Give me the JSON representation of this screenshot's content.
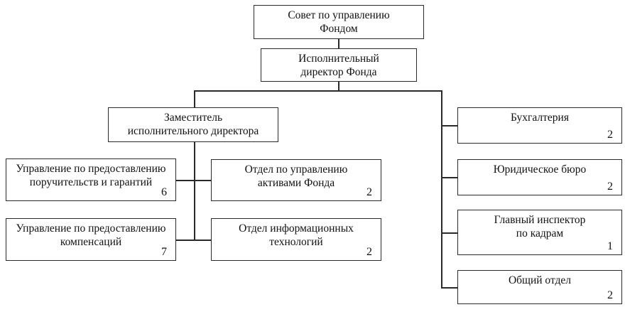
{
  "org_chart": {
    "board": {
      "title": "Совет по управлению\nФондом"
    },
    "executive_director": {
      "title": "Исполнительный\nдиректор Фонда"
    },
    "deputy_director": {
      "title": "Заместитель\nисполнительного директора"
    },
    "deputy_units": [
      {
        "title": "Управление по предоставлению\nпоручительств и гарантий",
        "count": "6"
      },
      {
        "title": "Управление по предоставлению\nкомпенсаций",
        "count": "7"
      },
      {
        "title": "Отдел по управлению\nактивами Фонда",
        "count": "2"
      },
      {
        "title": "Отдел информационных\nтехнологий",
        "count": "2"
      }
    ],
    "direct_units": [
      {
        "title": "Бухгалтерия",
        "count": "2"
      },
      {
        "title": "Юридическое бюро",
        "count": "2"
      },
      {
        "title": "Главный инспектор\nпо кадрам",
        "count": "1"
      },
      {
        "title": "Общий отдел",
        "count": "2"
      }
    ]
  }
}
